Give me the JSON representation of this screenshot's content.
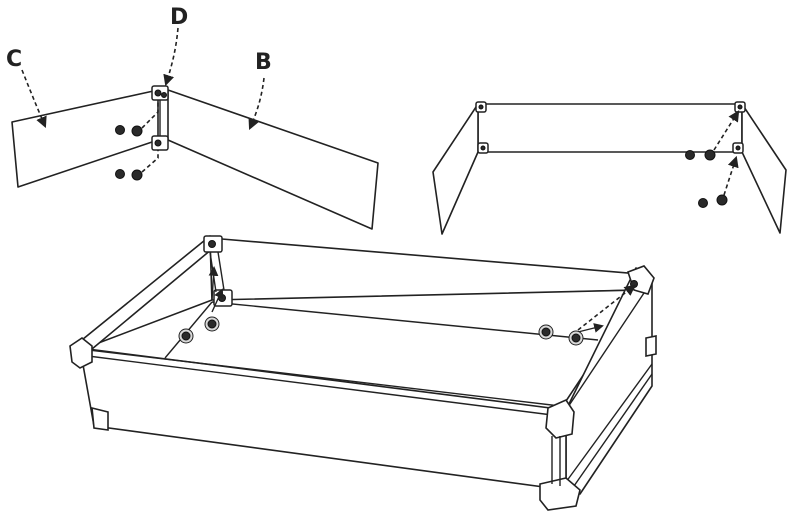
{
  "labels": {
    "c": "C",
    "d": "D",
    "b": "B"
  },
  "colors": {
    "line": "#222222",
    "background": "#ffffff"
  }
}
